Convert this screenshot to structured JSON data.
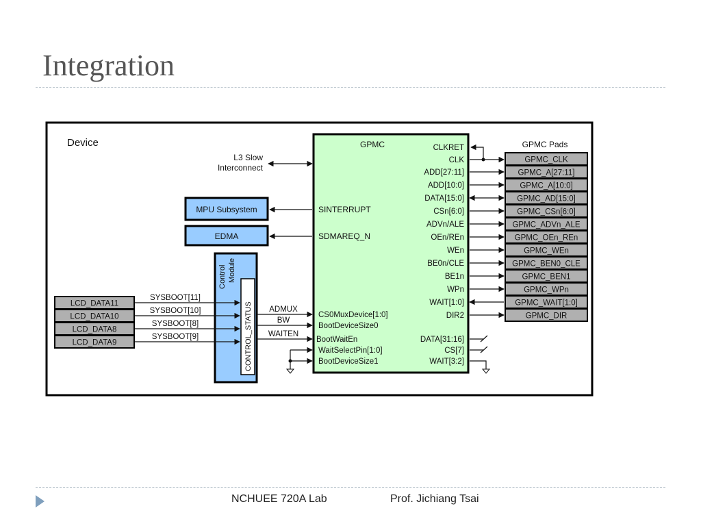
{
  "slide": {
    "title": "Integration",
    "footer_lab": "NCHUEE 720A Lab",
    "footer_prof": "Prof. Jichiang Tsai"
  },
  "colors": {
    "gpmc_fill": "#ccffcc",
    "blue_fill": "#99ccff",
    "pad_fill": "#b0b0b0",
    "title_text": "#555555"
  },
  "diagram": {
    "device_label": "Device",
    "gpmc_label": "GPMC",
    "pads_header": "GPMC Pads",
    "l3_line1": "L3 Slow",
    "l3_line2": "Interconnect",
    "mpu": "MPU Subsystem",
    "edma": "EDMA",
    "control_module_line1": "Control",
    "control_module_line2": "Module",
    "control_status": "CONTROL_STATUS",
    "gpmc_left_signals": [
      "SINTERRUPT",
      "SDMAREQ_N"
    ],
    "gpmc_boot_signals": [
      "CS0MuxDevice[1:0]",
      "BootDeviceSize0",
      "BootWaitEn",
      "WaitSelectPin[1:0]",
      "BootDeviceSize1"
    ],
    "ctrl_signals": [
      "ADMUX",
      "BW",
      "WAITEN"
    ],
    "lcd_pins": [
      "LCD_DATA11",
      "LCD_DATA10",
      "LCD_DATA8",
      "LCD_DATA9"
    ],
    "sysboot": [
      "SYSBOOT[11]",
      "SYSBOOT[10]",
      "SYSBOOT[8]",
      "SYSBOOT[9]"
    ],
    "gpmc_right_signals": [
      "CLKRET",
      "CLK",
      "ADD[27:11]",
      "ADD[10:0]",
      "DATA[15:0]",
      "CSn[6:0]",
      "ADVn/ALE",
      "OEn/REn",
      "WEn",
      "BE0n/CLE",
      "BE1n",
      "WPn",
      "WAIT[1:0]",
      "DIR2"
    ],
    "pads": [
      "GPMC_CLK",
      "GPMC_A[27:11]",
      "GPMC_A[10:0]",
      "GPMC_AD[15:0]",
      "GPMC_CSn[6:0]",
      "GPMC_ADVn_ALE",
      "GPMC_OEn_REn",
      "GPMC_WEn",
      "GPMC_BEN0_CLE",
      "GPMC_BEN1",
      "GPMC_WPn",
      "GPMC_WAIT[1:0]",
      "GPMC_DIR"
    ],
    "unconnected": [
      "DATA[31:16]",
      "CS[7]",
      "WAIT[3:2]"
    ]
  }
}
